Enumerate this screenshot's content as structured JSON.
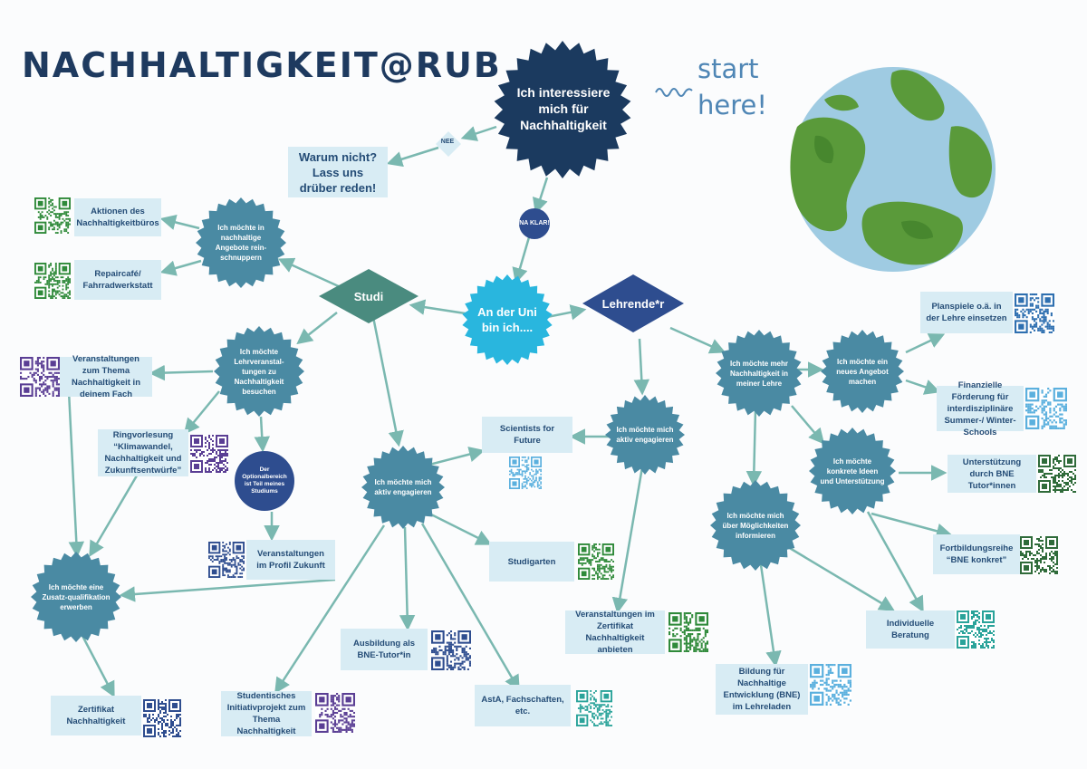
{
  "title": "NACHHALTIGKEIT@RUB",
  "start_line1": "start",
  "start_line2": "here!",
  "colors": {
    "navy": "#1b3a5f",
    "teal": "#4a8aa3",
    "studi": "#4a8b7f",
    "lehrende": "#2e4d8f",
    "cyan": "#29b6de",
    "box": "#d8ecf4",
    "green": "#2f8a3a",
    "purple": "#5a3e94",
    "light": "#5bb0de"
  },
  "nodes": {
    "start": "Ich interessiere mich für Nachhaltigkeit",
    "nee": "NEE",
    "naklar": "NA KLAR!",
    "uni": "An der Uni bin ich....",
    "studi": "Studi",
    "lehrende": "Lehrende*r",
    "s_schnuppern": "Ich möchte in nachhaltige Angebote rein-schnuppern",
    "s_lehrver": "Ich möchte Lehrveranstal-tungen zu Nachhaltigkeit besuchen",
    "s_optional": "Der Optionalbereich ist Teil meines Studiums",
    "s_zusatz": "Ich möchte eine Zusatz-qualifikation erwerben",
    "s_aktiv": "Ich möchte mich aktiv engagieren",
    "l_aktiv": "Ich möchte mich aktiv engagieren",
    "l_lehre": "Ich möchte mehr Nachhaltigkeit in meiner Lehre",
    "l_angebot": "Ich möchte ein neues Angebot machen",
    "l_ideen": "Ich möchte konkrete Ideen und Unterstützung",
    "l_infos": "Ich möchte mich über Möglichkeiten informieren"
  },
  "boxes": {
    "warum": "Warum nicht? Lass uns drüber reden!",
    "aktionen": "Aktionen des Nachhaltigkeitbüros",
    "repair": "Repaircafé/ Fahrradwerkstatt",
    "veranst_fach": "Veranstaltungen zum Thema Nachhaltigkeit in deinem Fach",
    "ringvorlesung": "Ringvorlesung “Klimawandel, Nachhaltigkeit und Zukunftsentwürfe”",
    "profil": "Veranstaltungen im Profil Zukunft",
    "zertifikat": "Zertifikat Nachhaltigkeit",
    "scientists": "Scientists for Future",
    "studigarten": "Studigarten",
    "bne_tutor": "Ausbildung als BNE-Tutor*in",
    "initiativ": "Studentisches Initiativprojekt zum Thema Nachhaltigkeit",
    "asta": "AstA, Fachschaften, etc.",
    "zert_anbieten": "Veranstaltungen im Zertifikat Nachhaltigkeit anbieten",
    "planspiele": "Planspiele o.ä. in der Lehre einsetzen",
    "foerderung": "Finanzielle Förderung für interdisziplinäre Summer-/ Winter-Schools",
    "unterstuetzung": "Unterstützung durch BNE Tutor*innen",
    "fortbildung": "Fortbildungsreihe “BNE konkret”",
    "beratung": "Individuelle Beratung",
    "lehrladen": "Bildung für Nachhaltige Entwicklung (BNE) im Lehreladen"
  },
  "qr_codes": [
    {
      "id": "qr-aktionen",
      "color": "#2f8a3a"
    },
    {
      "id": "qr-repair",
      "color": "#2f8a3a"
    },
    {
      "id": "qr-veranst-fach",
      "color": "#5a3e94"
    },
    {
      "id": "qr-ringvorlesung",
      "color": "#5a3e94"
    },
    {
      "id": "qr-profil",
      "color": "#2e4d8f"
    },
    {
      "id": "qr-zertifikat",
      "color": "#2e4d8f"
    },
    {
      "id": "qr-scientists",
      "color": "#5bb0de"
    },
    {
      "id": "qr-studigarten",
      "color": "#2f8a3a"
    },
    {
      "id": "qr-bne-tutor",
      "color": "#2e4d8f"
    },
    {
      "id": "qr-initiativ",
      "color": "#5a3e94"
    },
    {
      "id": "qr-asta",
      "color": "#2aa39a"
    },
    {
      "id": "qr-zert-anbieten",
      "color": "#2f8a3a"
    },
    {
      "id": "qr-planspiele",
      "color": "#2e6fb0"
    },
    {
      "id": "qr-foerderung",
      "color": "#5bb0de"
    },
    {
      "id": "qr-unterstuetzung",
      "color": "#2f6b3a"
    },
    {
      "id": "qr-fortbildung",
      "color": "#2f6b3a"
    },
    {
      "id": "qr-beratung",
      "color": "#2aa39a"
    },
    {
      "id": "qr-lehrladen",
      "color": "#5bb0de"
    }
  ]
}
